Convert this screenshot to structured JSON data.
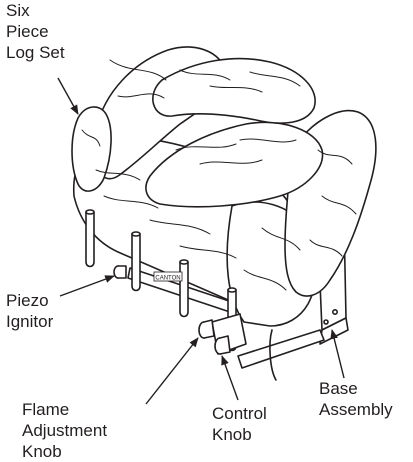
{
  "labels": {
    "log_set": [
      "Six",
      "Piece",
      "Log Set"
    ],
    "piezo": [
      "Piezo",
      "Ignitor"
    ],
    "flame": [
      "Flame",
      "Adjustment",
      "Knob"
    ],
    "control": [
      "Control",
      "Knob"
    ],
    "base": [
      "Base",
      "Assembly"
    ],
    "brand_plate": "CANTON"
  },
  "colors": {
    "ink": "#231f20",
    "paper": "#ffffff"
  }
}
